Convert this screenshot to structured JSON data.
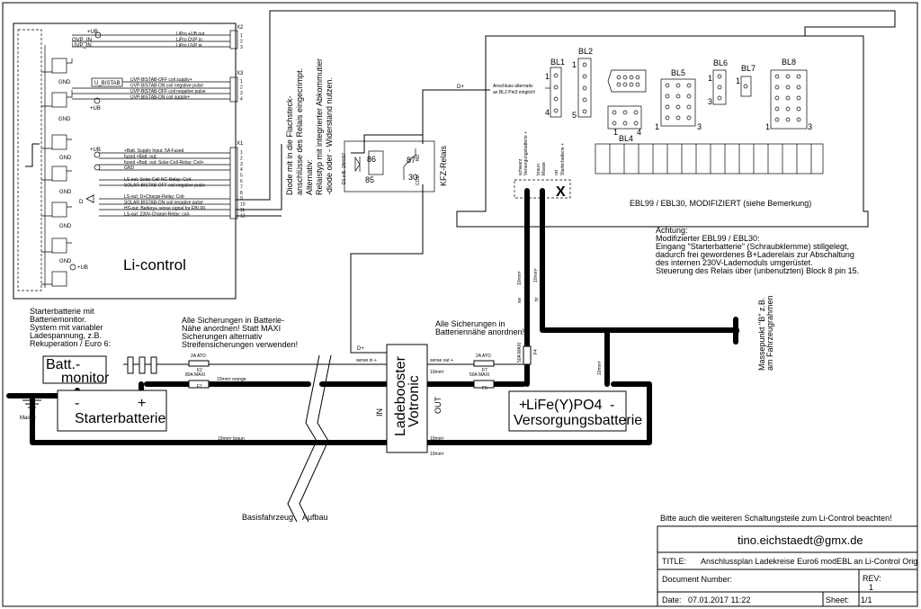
{
  "licontrol": {
    "title": "Li-control",
    "x2": {
      "name": "X2",
      "pins": [
        "1",
        "2",
        "3"
      ],
      "labels": [
        "LiPro +UB out",
        "LiPro OVP in",
        "LiPro UVP in"
      ]
    },
    "x3": {
      "name": "X3",
      "pins": [
        "1",
        "2",
        "3",
        "4"
      ],
      "labels": [
        "UVP-BISTAB-OFF coil supply+",
        "UVP-BISTAB-ON coil negative pulse",
        "UVP-BISTAB-OFF coil negative pulse",
        "UVP-BISTAB-ON coil supply+"
      ]
    },
    "x1": {
      "name": "X1",
      "pins": [
        "1",
        "2",
        "3",
        "4",
        "5",
        "6",
        "7",
        "8",
        "9",
        "10",
        "11",
        "12"
      ],
      "labels": [
        "+Batt. Supply Input, 5A Fused",
        "fused +Batt. out:",
        "fused +Batt. out: Solar-Cell-Relay: Coil+",
        "GND",
        "",
        "LS-out: Solar-Cell NC-Relay: Coil-",
        "SOLAR-BISTAB-OFF coil negative pulse",
        "",
        "LS-out: D+Charge-Relay: Coil-",
        "SOLAR-BISTAB-ON coil negative pulse",
        "HS-out: Battery+ sense signal for EBL99",
        "LS-out: 230V-Charge-Relay: coil-"
      ]
    },
    "left_signals": [
      "+UB",
      "OVP_IN",
      "UVP_IN",
      "U_BISTAB"
    ],
    "small": {
      "gnd": "GND",
      "ub": "+UB",
      "d": "D"
    }
  },
  "notes": {
    "diode": [
      "Diode mit in die Flachsteck-",
      "anschlüsse des Relais eingecrimpt.",
      "Alternativ:",
      "Relaistyp mit integrierter Abkommutier",
      "-diode oder - Widerstand nutzen."
    ],
    "diode_part": "D1   z.B. 1N4007",
    "relay": {
      "label": "KFZ-Relais",
      "pins": [
        "86",
        "85",
        "87",
        "30"
      ],
      "sub": [
        "NO",
        "COM"
      ]
    },
    "d_plus": "D+",
    "alt_conn": [
      "Anschluss alternativ",
      "an BL2 Pin3 möglich!"
    ],
    "achtung": [
      "Achtung:",
      "Modifizierter EBL99 / EBL30:",
      "Eingang \"Starterbatterie\" (Schraubklemme) stillgelegt,",
      "dadurch frei gewordenes B+Laderelais zur Abschaltung",
      "des internen 230V-Lademoduls umgerüstet.",
      "Steuerung des Relais über (unbenutzten) Block 8 pin 15."
    ],
    "starter_note": [
      "Starterbatterie mit",
      "Batteriemonitor.",
      "System mit variabler",
      "Ladespannung, z.B.",
      "Rekuperation / Euro 6:"
    ],
    "fuse_note1": [
      "Alle Sicherungen in Batterie-",
      "Nähe anordnen! Statt MAXI",
      "Sicherungen alternativ",
      "Streifensicherungen verwenden!"
    ],
    "fuse_note2": [
      "Alle Sicherungen in",
      "Batteriennähe anordnen!"
    ],
    "basis": "Basisfahrzeug",
    "aufbau": "Aufbau",
    "masse_b": [
      "Massepunkt \"B\" z.B.",
      "am Fahrzeugrahmen"
    ]
  },
  "ebl": {
    "label": "EBL99 / EBL30, MODIFIZIERT (siehe Bemerkung)",
    "blocks": [
      "BL1",
      "BL2",
      "BL4",
      "BL5",
      "BL6",
      "BL7",
      "BL8"
    ],
    "nums": {
      "one": "1",
      "three": "3",
      "four": "4",
      "five": "5"
    },
    "terms": [
      "schwarz",
      "Versorgungsbatterie +",
      "braun",
      "Masse",
      "rot",
      "Starterbatterie +"
    ],
    "x": "X"
  },
  "components": {
    "batt_monitor": [
      "Batt.-",
      "monitor"
    ],
    "starter": "Starterbatterie",
    "masse": "Masse",
    "plus": "+",
    "minus": "-",
    "ladebooster": [
      "Ladebooster",
      "Votronic"
    ],
    "in": "IN",
    "out": "OUT",
    "sense_in": "sense in +",
    "sense_out": "sense out +",
    "lifepo": [
      "LiFe(Y)PO4",
      "Versorgungsbatterie"
    ],
    "f1": {
      "rating": "80A MAXI",
      "name": "F1"
    },
    "f2": {
      "rating": "2A ATO",
      "name": "F2"
    },
    "f4": {
      "rating": "50A MAXI",
      "name": "F4"
    },
    "f5": {
      "rating": "50A MAXI",
      "name": "F5"
    },
    "f7": {
      "rating": "2A ATO",
      "name": "F7"
    },
    "wires": {
      "orange": "10mm² orange",
      "braun": "10mm² braun",
      "mm10": "10mm²",
      "sw": "sw",
      "br": "br"
    }
  },
  "titleblock": {
    "hint": "Bitte auch die weiteren Schaltungsteile zum Li-Control beachten!",
    "email": "tino.eichstaedt@gmx.de",
    "title_label": "TITLE:",
    "title": "Anschlussplan Ladekreise Euro6 modEBL an Li-Control Orig",
    "docnum_label": "Document Number:",
    "rev_label": "REV:",
    "rev": "1",
    "date_label": "Date:",
    "date": "07.01.2017 11:22",
    "sheet_label": "Sheet:",
    "sheet": "1/1"
  }
}
